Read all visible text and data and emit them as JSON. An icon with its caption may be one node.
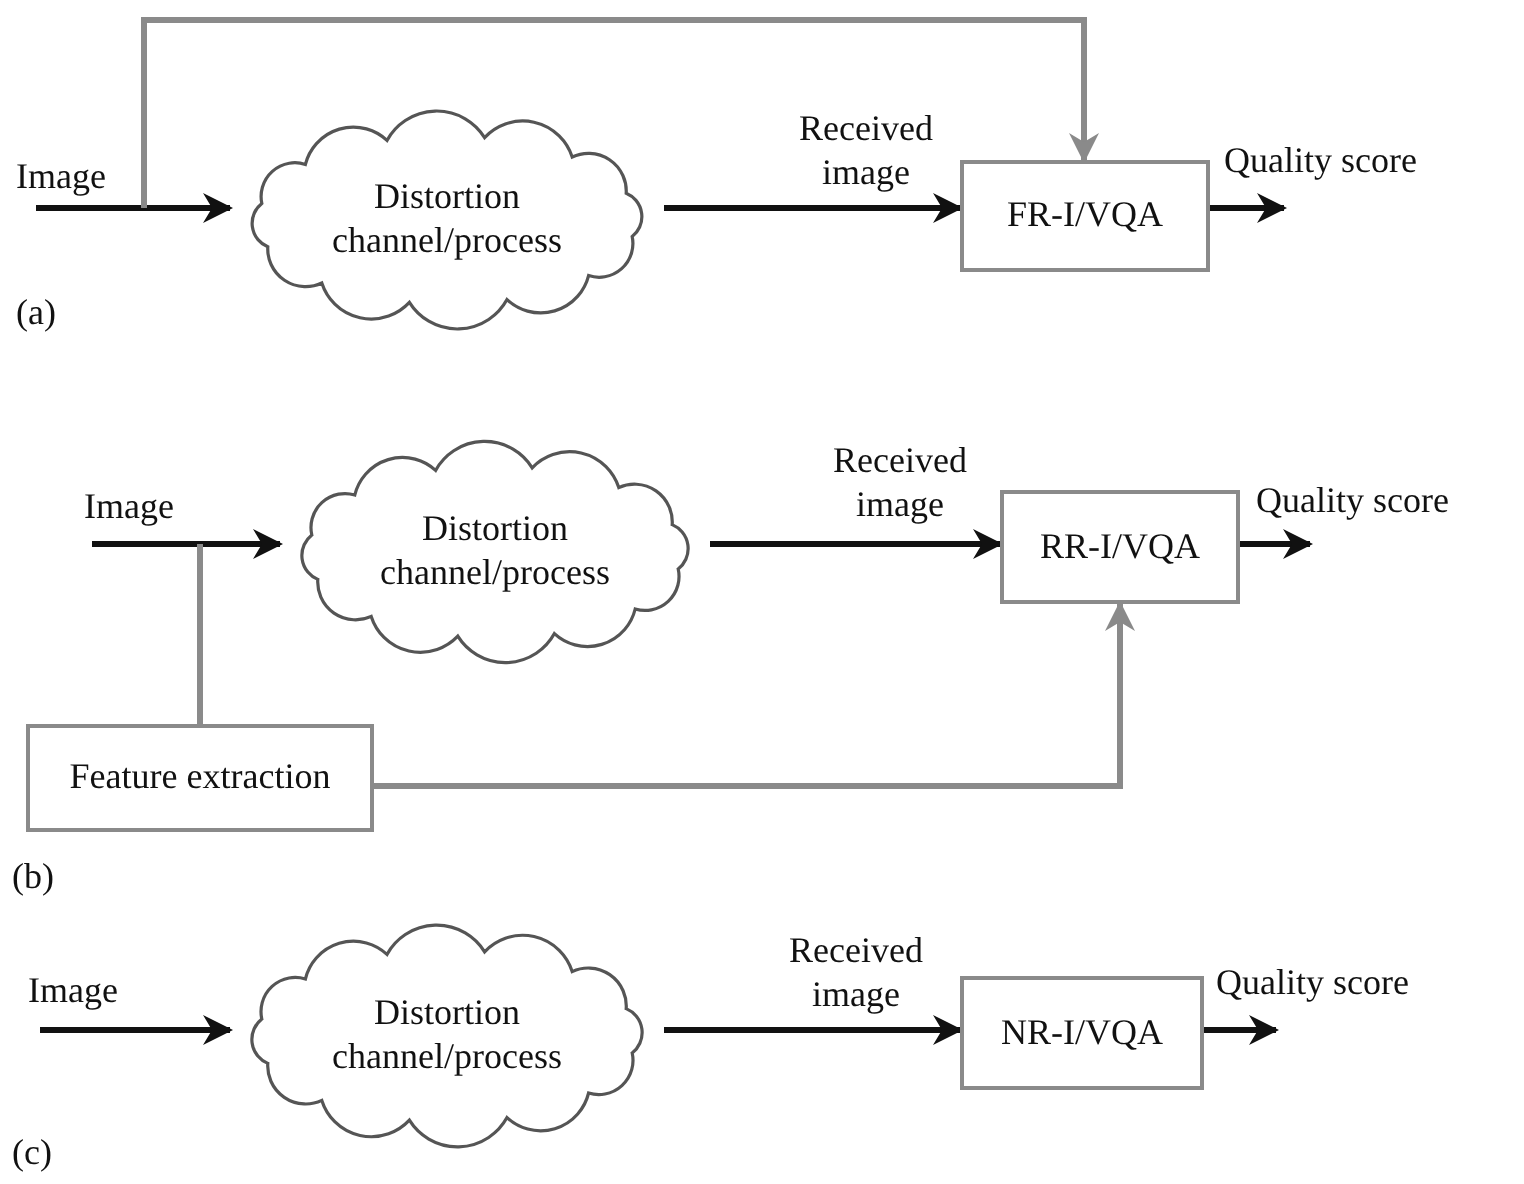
{
  "diagram": {
    "nodes": [
      {
        "text": [
          "Distortion channel/process"
        ]
      },
      {
        "text": [
          "FR-I/VQA"
        ]
      },
      {
        "text": [
          "Distortion channel/process"
        ]
      },
      {
        "text": [
          "RR-I/VQA"
        ]
      },
      {
        "text": [
          "Feature extraction"
        ]
      },
      {
        "text": [
          "Distortion channel/process"
        ]
      },
      {
        "text": [
          "NR-I/VQA"
        ]
      }
    ],
    "edges": [
      {
        "from": null,
        "to": 0,
        "arrow": "to",
        "label": "Image"
      },
      {
        "from": null,
        "to": 1,
        "arrow": "to",
        "color": "#8a8a8a"
      },
      {
        "from": 0,
        "to": 1,
        "arrow": "to",
        "label": "Received image"
      },
      {
        "from": 1,
        "to": null,
        "arrow": "to",
        "label": "Quality score"
      },
      {
        "from": null,
        "to": 2,
        "arrow": "to",
        "label": "Image"
      },
      {
        "from": null,
        "to": 4,
        "arrow": "none",
        "color": "#8a8a8a"
      },
      {
        "from": 4,
        "to": 3,
        "arrow": "to",
        "color": "#8a8a8a"
      },
      {
        "from": 2,
        "to": 3,
        "arrow": "to",
        "label": "Received image"
      },
      {
        "from": 3,
        "to": null,
        "arrow": "to",
        "label": "Quality score"
      },
      {
        "from": null,
        "to": 5,
        "arrow": "to",
        "label": "Image"
      },
      {
        "from": 5,
        "to": 6,
        "arrow": "to",
        "label": "Received image"
      },
      {
        "from": 6,
        "to": null,
        "arrow": "to",
        "label": "Quality score"
      }
    ],
    "labels": [
      "(a)",
      "(b)",
      "(c)"
    ]
  }
}
